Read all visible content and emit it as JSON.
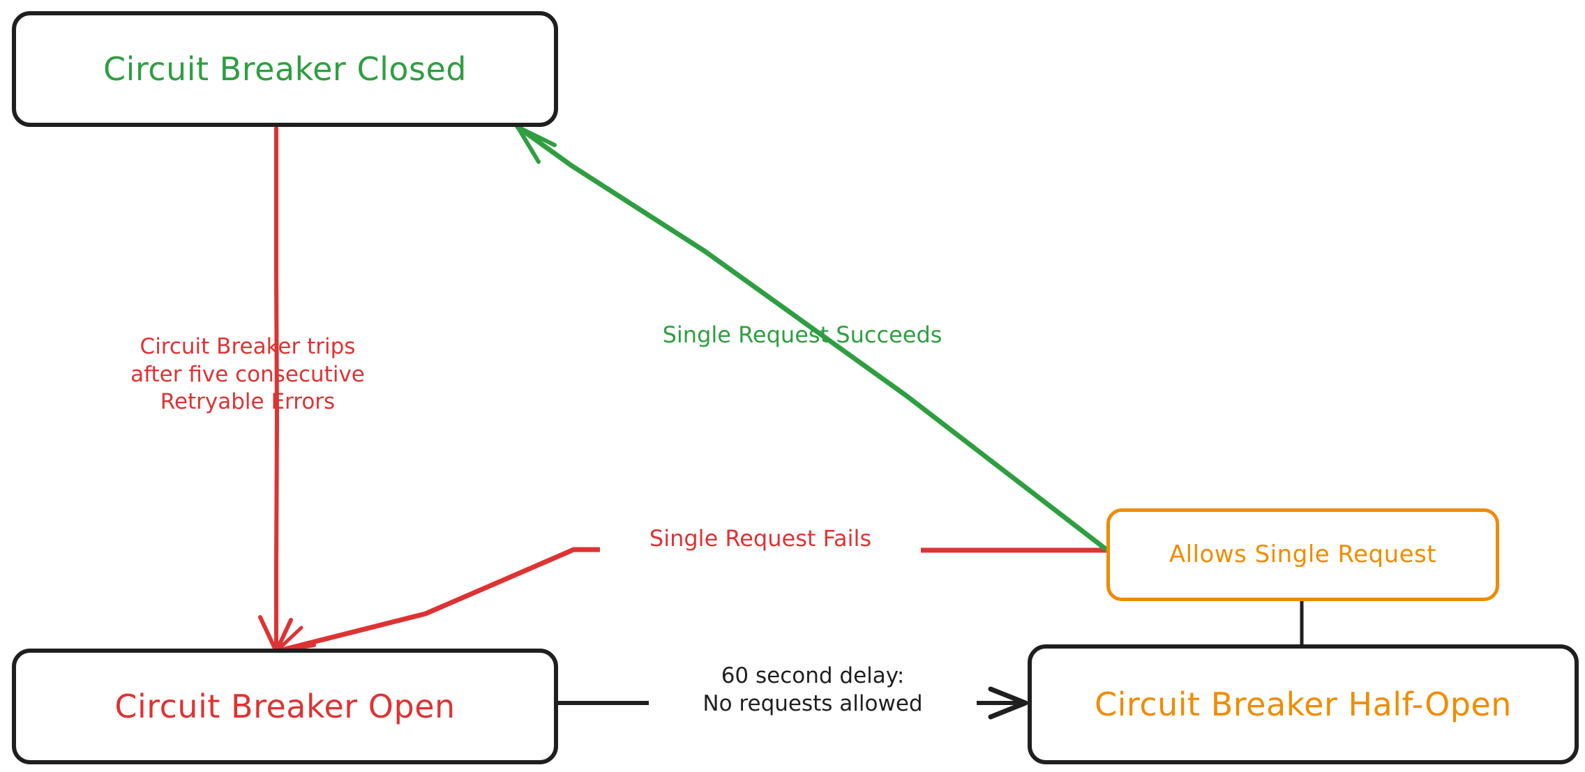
{
  "diagram": {
    "type": "state-diagram",
    "title": "Circuit Breaker State Transitions",
    "background_color": "#ffffff",
    "style": "hand-drawn"
  },
  "colors": {
    "green": "#2f9e41",
    "red": "#dd3333",
    "orange": "#f08c00",
    "orange_border": "#ee8b05",
    "black": "#1f1f1f",
    "white": "#ffffff"
  },
  "nodes": [
    {
      "id": "closed",
      "label": "Circuit Breaker Closed",
      "text_color": "#2f9e41",
      "border_color": "#1f1f1f"
    },
    {
      "id": "open",
      "label": "Circuit Breaker Open",
      "text_color": "#dd3333",
      "border_color": "#1f1f1f"
    },
    {
      "id": "halfopen",
      "label": "Circuit Breaker Half-Open",
      "text_color": "#f08c00",
      "border_color": "#1f1f1f"
    },
    {
      "id": "allows",
      "label": "Allows Single Request",
      "text_color": "#f08c00",
      "border_color": "#ee8b05"
    }
  ],
  "edges": [
    {
      "id": "closed-to-open",
      "from": "closed",
      "to": "open",
      "label": "Circuit Breaker trips\nafter five consecutive\nRetryable Errors",
      "color": "#dd3333",
      "arrow": true
    },
    {
      "id": "allows-to-closed",
      "from": "allows",
      "to": "closed",
      "label": "Single Request Succeeds",
      "color": "#2f9e41",
      "arrow": true
    },
    {
      "id": "allows-to-open",
      "from": "allows",
      "to": "open",
      "label": "Single Request Fails",
      "color": "#dd3333",
      "arrow": true
    },
    {
      "id": "open-to-halfopen",
      "from": "open",
      "to": "halfopen",
      "label": "60 second delay:\nNo requests allowed",
      "color": "#1f1f1f",
      "arrow": true
    },
    {
      "id": "halfopen-to-allows",
      "from": "halfopen",
      "to": "allows",
      "label": "",
      "color": "#1f1f1f",
      "arrow": false
    }
  ]
}
